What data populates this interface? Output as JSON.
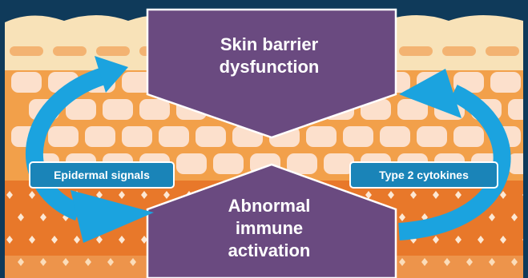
{
  "diagram": {
    "top_box": {
      "lines": [
        "Skin barrier",
        "dysfunction"
      ]
    },
    "bottom_box": {
      "lines": [
        "Abnormal",
        "immune",
        "activation"
      ]
    },
    "left_label": "Epidermal signals",
    "right_label": "Type 2 cytokines"
  },
  "colors": {
    "background": "#0f3a5a",
    "skin_top": "#f8e2b8",
    "epidermis": "#f2a04a",
    "cells": "#fce0cc",
    "dermis": "#e8782a",
    "box_fill": "#6a4a80",
    "arrow": "#1ba3df",
    "pill": "#1a84b8"
  }
}
